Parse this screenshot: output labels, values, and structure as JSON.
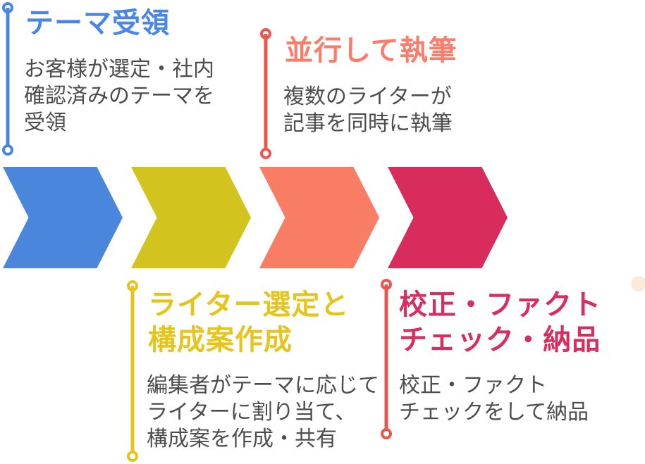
{
  "diagram": {
    "type": "process-flow",
    "step_count": 4,
    "steps": [
      {
        "order": 1,
        "title": "テーマ受領",
        "description": "お客様が選定・社内\n確認済みのテーマを\n受領",
        "label_position": "top",
        "title_color": "#4A86E8",
        "chevron_color": "#4A86DC",
        "connector_color": "#4A86E0"
      },
      {
        "order": 2,
        "title": "ライター選定と\n構成案作成",
        "description": "編集者がテーマに応じて\nライターに割り当て、\n構成案を作成・共有",
        "label_position": "bottom",
        "title_color": "#E5C41C",
        "chevron_color": "#D3C31E",
        "connector_color": "#E5C41C"
      },
      {
        "order": 3,
        "title": "並行して執筆",
        "description": "複数のライターが\n記事を同時に執筆",
        "label_position": "top",
        "title_color": "#FA7D6C",
        "chevron_color": "#F97C64",
        "connector_color": "#E8564E"
      },
      {
        "order": 4,
        "title": "校正・ファクト\nチェック・納品",
        "description": "校正・ファクト\nチェックをして納品",
        "label_position": "bottom",
        "title_color": "#D62E5F",
        "chevron_color": "#D82C5C",
        "connector_color": "#E8564E"
      }
    ],
    "description_text_color": "#4D4D4D",
    "background_color": "#FFFFFF",
    "decor": {
      "corner_dot_color": "#FCE9D7"
    }
  }
}
